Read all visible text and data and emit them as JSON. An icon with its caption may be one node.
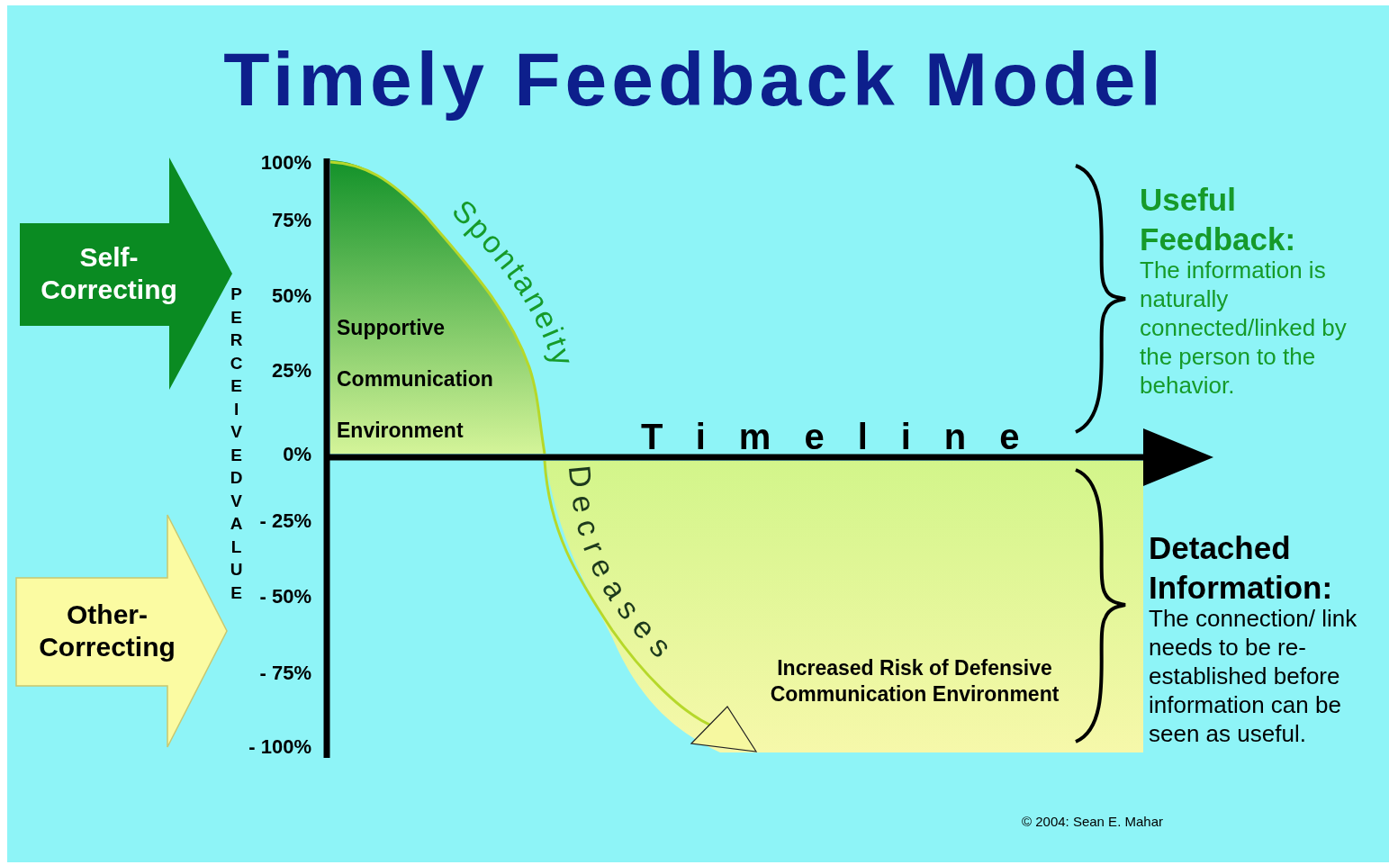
{
  "diagram": {
    "title": "Timely Feedback Model",
    "nodes": [
      {
        "text": [
          "Self-Correcting"
        ]
      },
      {
        "text": [
          "Other-Correcting"
        ]
      },
      {
        "text": [
          "Supportive Communication Environment"
        ]
      },
      {
        "text": [
          "Increased Risk of Defensive Communication Environment"
        ]
      }
    ],
    "labels": [
      "100%",
      "75%",
      "50%",
      "25%",
      "0%",
      "- 25%",
      "- 50%",
      "- 75%",
      "- 100%",
      "PERCEIVED VALUE",
      "Spontaneity",
      "Decreases",
      "Timeline",
      "Useful Feedback:",
      "The information is naturally connected/linked by the person to the behavior.",
      "Detached Information:",
      "The connection/ link needs to be re-established before information can be seen as useful.",
      "© 2004: Sean E. Mahar"
    ]
  }
}
